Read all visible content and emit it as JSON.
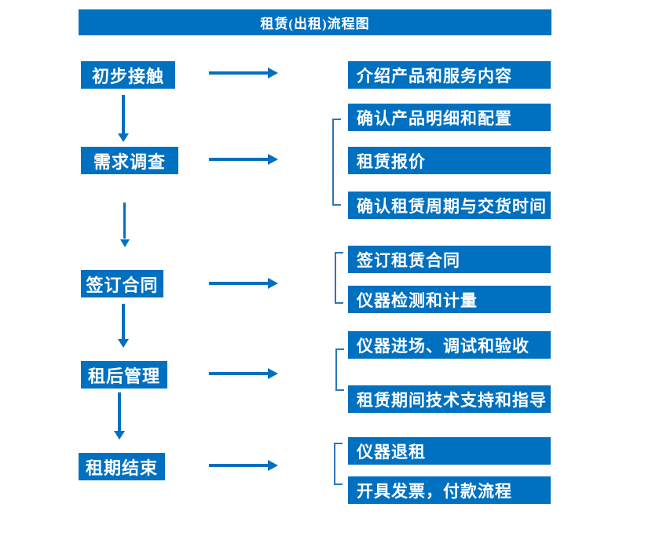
{
  "title": "租赁(出租)流程图",
  "colors": {
    "primary": "#0070C0",
    "bracket_line": "#2E75B6",
    "text": "#FFFFFF",
    "background": "#FFFFFF"
  },
  "flow": [
    {
      "step": "初步接触",
      "details": [
        "介绍产品和服务内容"
      ]
    },
    {
      "step": "需求调查",
      "details": [
        "确认产品明细和配置",
        "租赁报价",
        "确认租赁周期与交货时间"
      ]
    },
    {
      "step": "签订合同",
      "details": [
        "签订租赁合同",
        "仪器检测和计量"
      ]
    },
    {
      "step": "租后管理",
      "details": [
        "仪器进场、调试和验收",
        "租赁期间技术支持和指导"
      ]
    },
    {
      "step": "租期结束",
      "details": [
        "仪器退租",
        "开具发票，付款流程"
      ]
    }
  ]
}
